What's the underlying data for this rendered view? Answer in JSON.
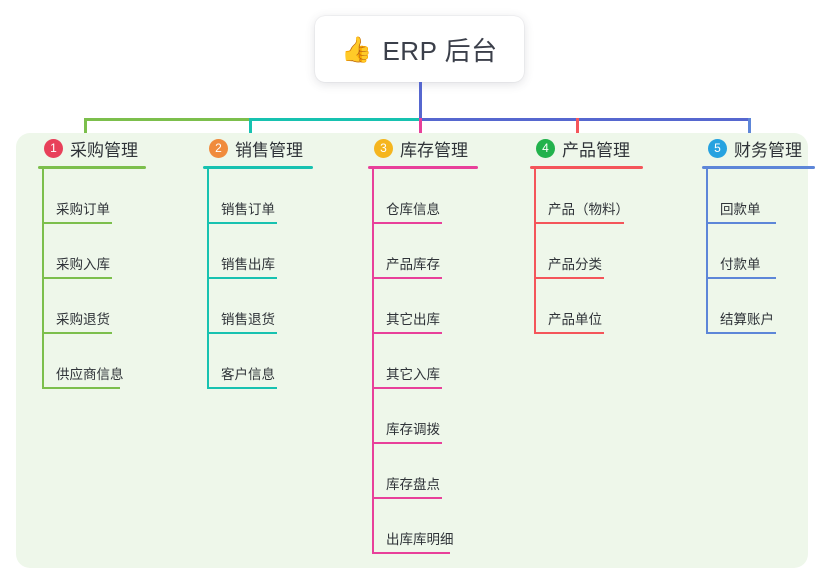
{
  "root": {
    "icon": "thumbs-up-icon",
    "icon_glyph": "👍",
    "title": "ERP 后台"
  },
  "colors": {
    "panel_background": "#eef7ea",
    "page_background": "#ffffff",
    "root_stem": "#5667cf",
    "title_text": "#3b3f4a"
  },
  "columns": [
    {
      "number": "1",
      "title": "采购管理",
      "badge_color": "#e8405a",
      "line_color": "#7cbf4c",
      "items": [
        {
          "label": "采购订单"
        },
        {
          "label": "采购入库"
        },
        {
          "label": "采购退货"
        },
        {
          "label": "供应商信息"
        }
      ]
    },
    {
      "number": "2",
      "title": "销售管理",
      "badge_color": "#f08b3c",
      "line_color": "#17c2b0",
      "items": [
        {
          "label": "销售订单"
        },
        {
          "label": "销售出库"
        },
        {
          "label": "销售退货"
        },
        {
          "label": "客户信息"
        }
      ]
    },
    {
      "number": "3",
      "title": "库存管理",
      "badge_color": "#f5b51e",
      "line_color": "#e8409a",
      "items": [
        {
          "label": "仓库信息"
        },
        {
          "label": "产品库存"
        },
        {
          "label": "其它出库"
        },
        {
          "label": "其它入库"
        },
        {
          "label": "库存调拨"
        },
        {
          "label": "库存盘点"
        },
        {
          "label": "出库库明细"
        }
      ]
    },
    {
      "number": "4",
      "title": "产品管理",
      "badge_color": "#22b24c",
      "line_color": "#f4555a",
      "items": [
        {
          "label": "产品（物料）"
        },
        {
          "label": "产品分类"
        },
        {
          "label": "产品单位"
        }
      ]
    },
    {
      "number": "5",
      "title": "财务管理",
      "badge_color": "#26a2e0",
      "line_color": "#5d86d8",
      "items": [
        {
          "label": "回款单"
        },
        {
          "label": "付款单"
        },
        {
          "label": "结算账户"
        }
      ]
    }
  ],
  "connectors": {
    "trunk_color": "#5667cf",
    "bus_segments": [
      {
        "color": "#7cbf4c",
        "from": "col1",
        "to": "col2"
      },
      {
        "color": "#17c2b0",
        "from": "col2",
        "to": "col3"
      },
      {
        "color": "#5667cf",
        "from": "col3",
        "to": "col5"
      }
    ]
  }
}
